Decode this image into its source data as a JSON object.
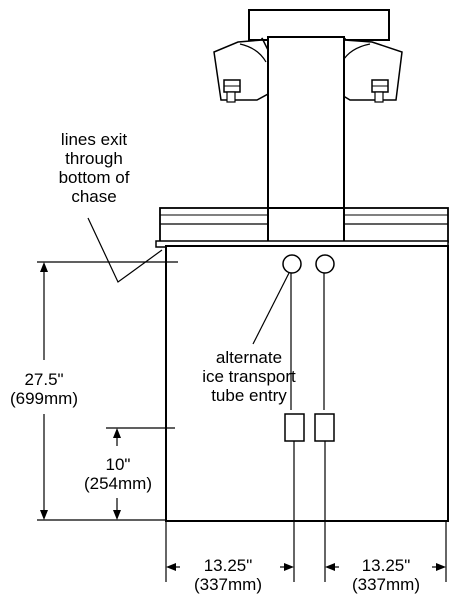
{
  "labels": {
    "lines_exit": [
      "lines exit",
      "through",
      "bottom of",
      "chase"
    ],
    "alternate_entry": [
      "alternate",
      "ice transport",
      "tube entry"
    ],
    "height_total": [
      "27.5\"",
      "(699mm)"
    ],
    "height_lower": [
      "10\"",
      "(254mm)"
    ],
    "width_left": [
      "13.25\"",
      "(337mm)"
    ],
    "width_right": [
      "13.25\"",
      "(337mm)"
    ]
  }
}
